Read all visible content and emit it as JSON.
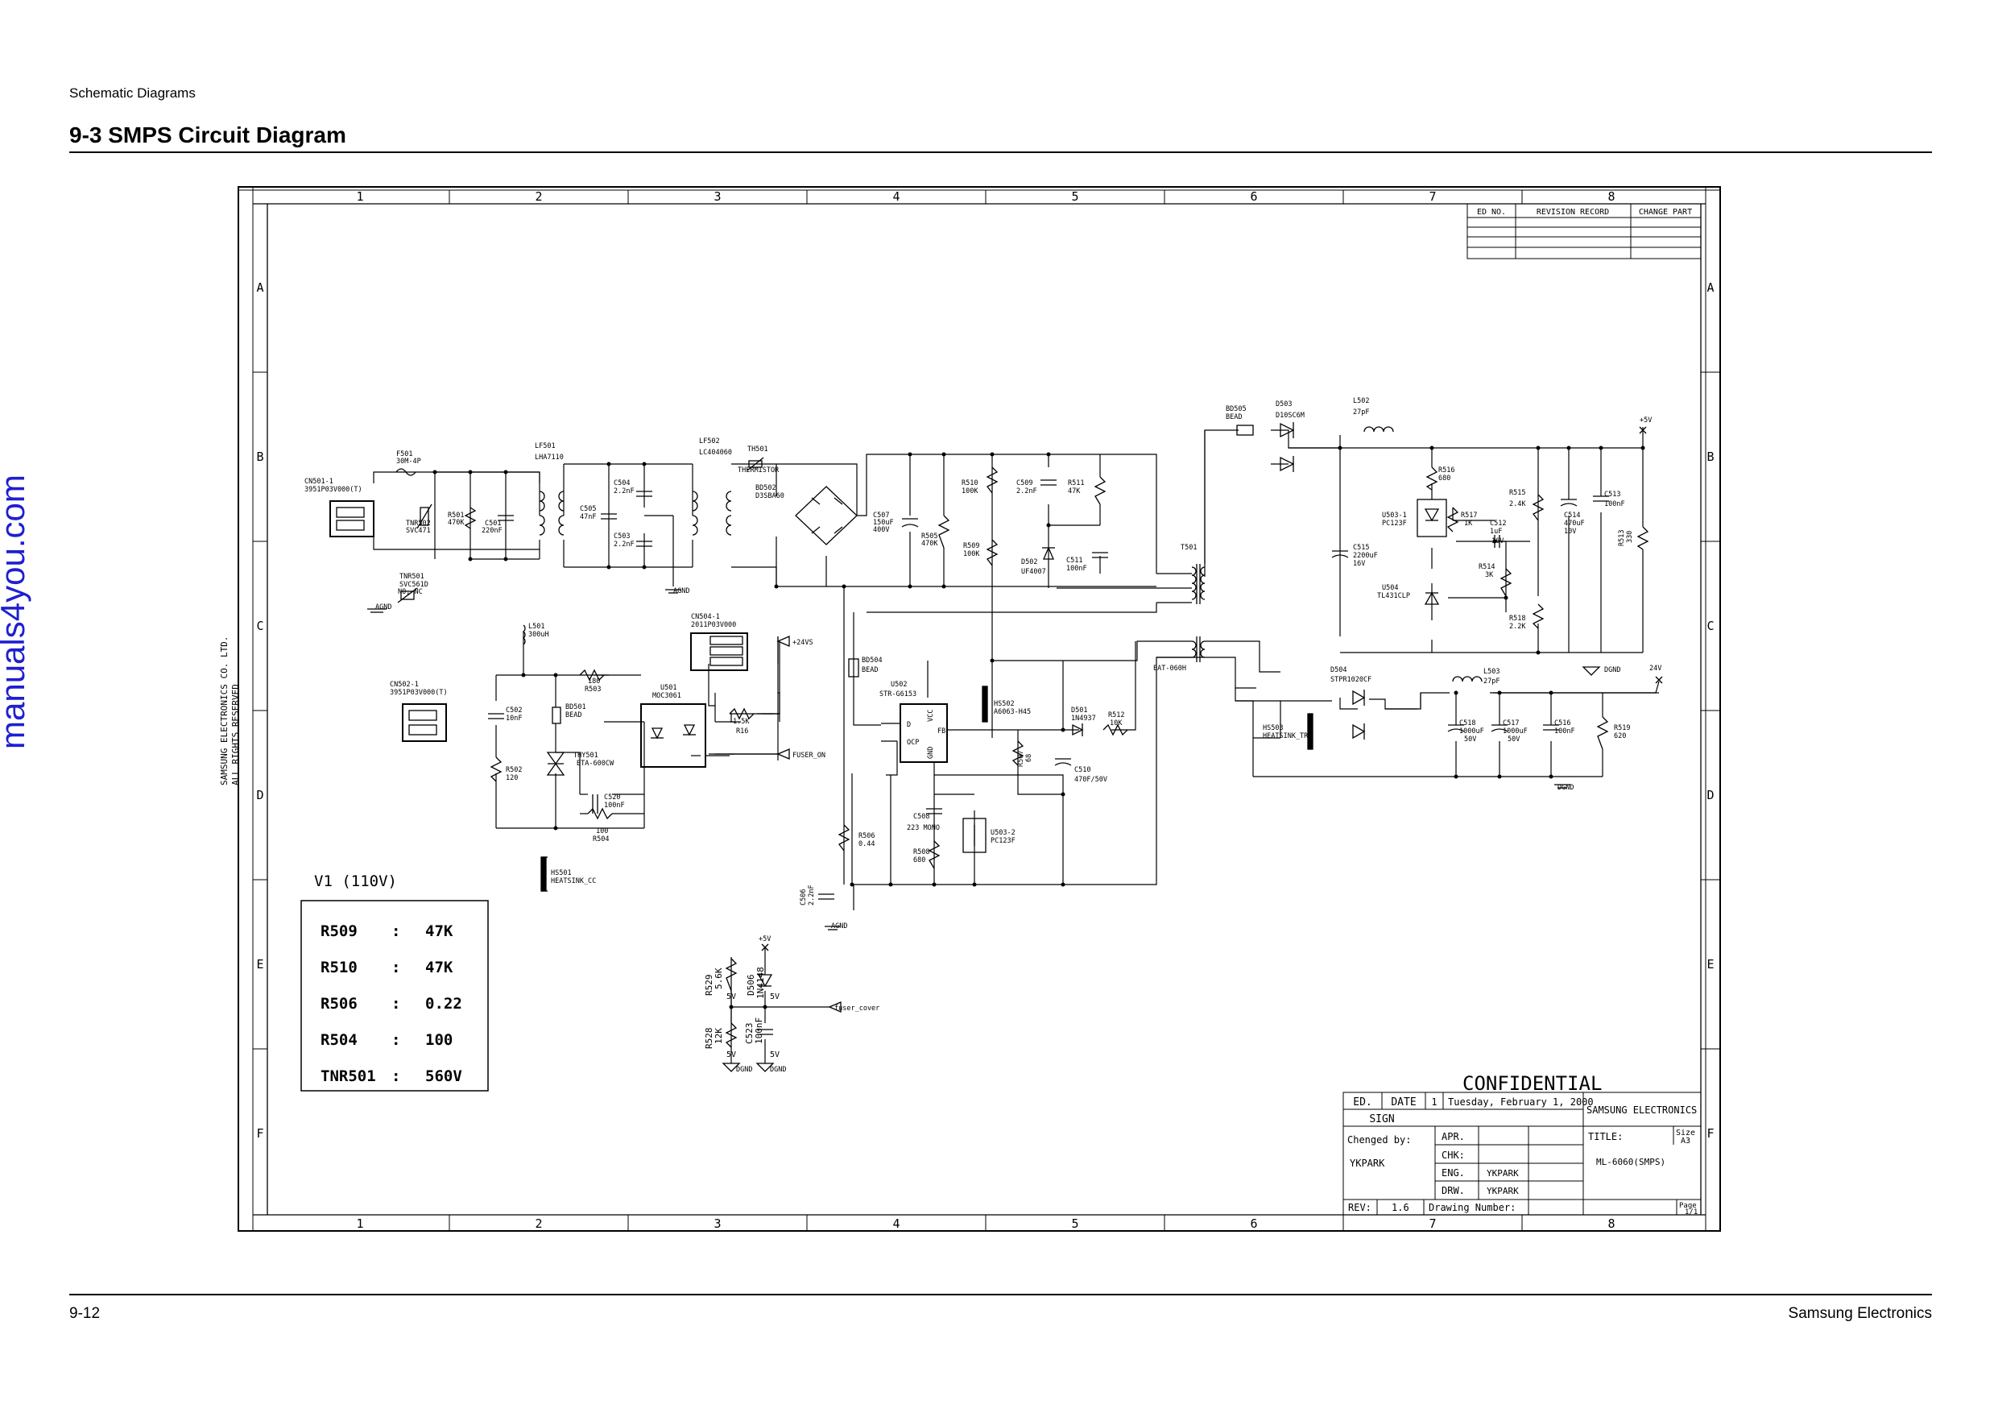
{
  "header": {
    "section": "Schematic Diagrams",
    "title": "9-3 SMPS  Circuit Diagram"
  },
  "footer": {
    "page": "9-12",
    "company": "Samsung Electronics"
  },
  "watermark": "manuals4you.com",
  "sheet": {
    "columns": [
      "1",
      "2",
      "3",
      "4",
      "5",
      "6",
      "7",
      "8"
    ],
    "rows": [
      "A",
      "B",
      "C",
      "D",
      "E",
      "F"
    ],
    "side_text_1": "SAMSUNG ELECTRONICS CO. LTD.",
    "side_text_2": "ALL RIGHTS RESERVED"
  },
  "revision_table": {
    "headers": [
      "ED NO.",
      "REVISION RECORD",
      "CHANGE PART"
    ]
  },
  "title_block": {
    "confidential": "CONFIDENTIAL",
    "ed": "ED.",
    "date": "DATE",
    "ed_no": "1",
    "date_value": "Tuesday, February 1, 2000",
    "company": "SAMSUNG ELECTRONICS",
    "sign": "SIGN",
    "changed_by": "Chenged by:",
    "changer": "YKPARK",
    "apr": "APR.",
    "chk": "CHK:",
    "eng": "ENG.",
    "eng_name": "YKPARK",
    "drw": "DRW.",
    "drw_name": "YKPARK",
    "title_label": "TITLE:",
    "title_value": "ML-6060(SMPS)",
    "size_label": "Size",
    "size_value": "A3",
    "rev_label": "REV:",
    "rev_value": "1.6",
    "drawing_number": "Drawing Number:",
    "page_label": "Page",
    "page_value": "1/1"
  },
  "variant_table": {
    "title": "V1  (110V)",
    "rows": [
      {
        "ref": "R509",
        "sep": ":",
        "value": "47K"
      },
      {
        "ref": "R510",
        "sep": ":",
        "value": "47K"
      },
      {
        "ref": "R506",
        "sep": ":",
        "value": "0.22"
      },
      {
        "ref": "R504",
        "sep": ":",
        "value": "100"
      },
      {
        "ref": "TNR501",
        "sep": ":",
        "value": "560V"
      }
    ]
  },
  "labels": {
    "cn501": "CN501-1",
    "cn501_part": "3951P03V000(T)",
    "f501": "F501",
    "f501_v": "30M-4P",
    "tnr502": "TNR502",
    "tnr502_v": "SVC471",
    "r501": "R501",
    "r501_v": "470K",
    "c501": "C501",
    "c501_v": "220nF",
    "lf501": "LF501",
    "lf501_v": "LHA7110",
    "c505": "C505",
    "c505_v": "47nF",
    "c504": "C504",
    "c504_v": "2.2nF",
    "c503": "C503",
    "c503_v": "2.2nF",
    "lf502": "LF502",
    "lf502_v": "LC404060",
    "th501": "TH501",
    "th501_v": "THERMISTOR",
    "bd502": "BD502",
    "bd502_v": "D3SBA60",
    "c507": "C507",
    "c507_v1": "150uF",
    "c507_v2": "400V",
    "r505": "R505",
    "r505_v": "470K",
    "r510": "R510",
    "r510_v": "100K",
    "r509": "R509",
    "r509_v": "100K",
    "c509": "C509",
    "c509_v": "2.2nF",
    "r511": "R511",
    "r511_v": "47K",
    "d502": "D502",
    "d502_v": "UF4007",
    "c511": "C511",
    "c511_v": "100nF",
    "t501": "T501",
    "t501_v": "EAT-060H",
    "tnr501": "TNR501",
    "tnr501_v": "SVC561D",
    "tnr501_pin": "NO, NC",
    "agnd": "AGND",
    "l501": "L501",
    "l501_v": "300uH",
    "cn502": "CN502-1",
    "cn502_part": "3951P03V000(T)",
    "c502": "C502",
    "c502_v": "10nF",
    "r502": "R502",
    "r502_v": "120",
    "r503": "R503",
    "r503_v": "180",
    "bd501": "BD501",
    "bd501_v": "BEAD",
    "thy501": "THY501",
    "thy501_v": "BTA-600CW",
    "c520": "C520",
    "c520_v": "100nF",
    "r504": "R504",
    "r504_v": "100",
    "u501": "U501",
    "u501_v": "MOC3061",
    "r516_left": "R16",
    "r516_left_v": "1.5K",
    "cn504": "CN504-1",
    "cn504_part": "2011P03V000",
    "p24vs": "+24VS",
    "fuser_on": "FUSER_ON",
    "hs501": "HS501",
    "hs501_v": "HEATSINK_CC",
    "bd504": "BD504",
    "bd504_v": "BEAD",
    "u502": "U502",
    "u502_v": "STR-G6153",
    "pin_vcc": "VCC",
    "pin_fb": "FB",
    "pin_ocp": "OCP",
    "pin_gnd": "GND",
    "pin_d": "D",
    "hs502": "HS502",
    "hs502_v": "A6063-H45",
    "d501": "D501",
    "d501_v": "1N4937",
    "r512": "R512",
    "r512_v": "10K",
    "r507": "R507",
    "r507_v": "68",
    "c510": "C510",
    "c510_v": "470F/50V",
    "r506": "R506",
    "r506_v": "0.44",
    "c508": "C508",
    "c508_v": "223 MONO",
    "r508": "R508",
    "r508_v": "680",
    "u503b": "U503-2",
    "u503b_v": "PC123F",
    "c506": "C506",
    "c506_v": "2.2nF",
    "bd505": "BD505",
    "bd505_v": "BEAD",
    "d503": "D503",
    "d503_v": "D10SC6M",
    "l502": "L502",
    "l502_v": "27pF",
    "p5v": "+5V",
    "r516": "R516",
    "r516_v": "680",
    "u503a": "U503-1",
    "u503a_v": "PC123F",
    "r517": "R517",
    "r517_v": "1K",
    "r515": "R515",
    "r515_v": "2.4K",
    "c512": "C512",
    "c512_v1": "1uF",
    "c512_v2": "16V",
    "c514": "C514",
    "c514_v1": "470uF",
    "c514_v2": "10V",
    "c513": "C513",
    "c513_v": "100nF",
    "r513": "R513",
    "r513_v": "330",
    "c515": "C515",
    "c515_v1": "2200uF",
    "c515_v2": "16V",
    "r514": "R514",
    "r514_v": "3K",
    "u504": "U504",
    "u504_v": "TL431CLP",
    "r518": "R518",
    "r518_v": "2.2K",
    "dgnd": "DGND",
    "p24v": "24V",
    "d504": "D504",
    "d504_v": "STPR1020CF",
    "l503": "L503",
    "l503_v": "27pF",
    "hs503": "HS503",
    "hs503_v": "HEATSINK_TR",
    "c518": "C518",
    "c518_v1": "1000uF",
    "c518_v2": "50V",
    "c517": "C517",
    "c517_v1": "1000uF",
    "c517_v2": "50V",
    "c516": "C516",
    "c516_v": "100nF",
    "r519": "R519",
    "r519_v": "620",
    "p5v_b": "+5V",
    "r529": "R529",
    "r529_v": "5.6K",
    "d506": "D506",
    "d506_v": "1N4148",
    "v5a": "5V",
    "v5b": "5V",
    "v5c": "5V",
    "v5d": "5V",
    "fuser_cover": "fuser_cover",
    "r528": "R528",
    "r528_v": "12K",
    "c523": "C523",
    "c523_v": "100nF"
  }
}
